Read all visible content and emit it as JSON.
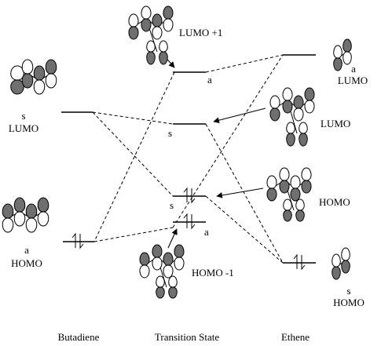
{
  "columns": {
    "butadiene": "Butadiene",
    "transition_state": "Transition State",
    "ethene": "Ethene"
  },
  "butadiene": {
    "lumo": {
      "symmetry": "s",
      "label": "LUMO"
    },
    "homo": {
      "symmetry": "a",
      "label": "HOMO"
    }
  },
  "transition_state": {
    "lumo_plus_1": {
      "label": "LUMO +1",
      "symmetry": "a"
    },
    "lumo": {
      "label": "LUMO",
      "symmetry": "s"
    },
    "homo": {
      "label": "HOMO",
      "symmetry": "s"
    },
    "homo_minus_1": {
      "label": "HOMO -1",
      "symmetry": "a"
    }
  },
  "ethene": {
    "lumo": {
      "symmetry": "a",
      "label": "LUMO"
    },
    "homo": {
      "symmetry": "s",
      "label": "HOMO"
    }
  },
  "colors": {
    "line": "#000000",
    "shaded_lobe": "#6f6f6f",
    "background": "#ffffff"
  }
}
